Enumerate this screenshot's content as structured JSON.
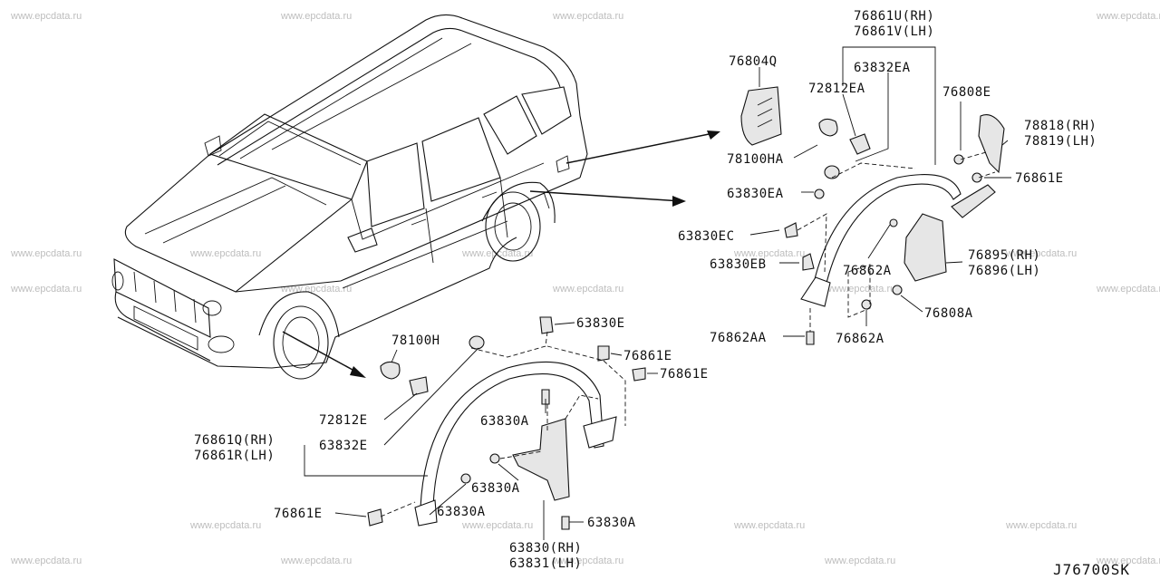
{
  "watermark": "www.epcdata.ru",
  "diagram_code": "J76700SK",
  "labels": {
    "p76861U_RH": "76861U(RH)",
    "p76861V_LH": "76861V(LH)",
    "p63832EA": "63832EA",
    "p76804Q": "76804Q",
    "p72812EA": "72812EA",
    "p76808E": "76808E",
    "p78818_RH": "78818(RH)",
    "p78819_LH": "78819(LH)",
    "p78100HA": "78100HA",
    "p76861E_r": "76861E",
    "p63830EA": "63830EA",
    "p63830EC": "63830EC",
    "p76895_RH": "76895(RH)",
    "p76896_LH": "76896(LH)",
    "p63830EB": "63830EB",
    "p76862A_upper": "76862A",
    "p76808A": "76808A",
    "p76862AA": "76862AA",
    "p76862A_lower": "76862A",
    "p63830E": "63830E",
    "p78100H": "78100H",
    "p76861E_a": "76861E",
    "p76861E_b": "76861E",
    "p63830A_1": "63830A",
    "p72812E": "72812E",
    "p76861Q_RH": "76861Q(RH)",
    "p63832E": "63832E",
    "p76861R_LH": "76861R(LH)",
    "p63830A_2": "63830A",
    "p76861E_low": "76861E",
    "p63830A_3": "63830A",
    "p63830A_4": "63830A",
    "p63830_RH": "63830(RH)",
    "p63831_LH": "63831(LH)"
  }
}
